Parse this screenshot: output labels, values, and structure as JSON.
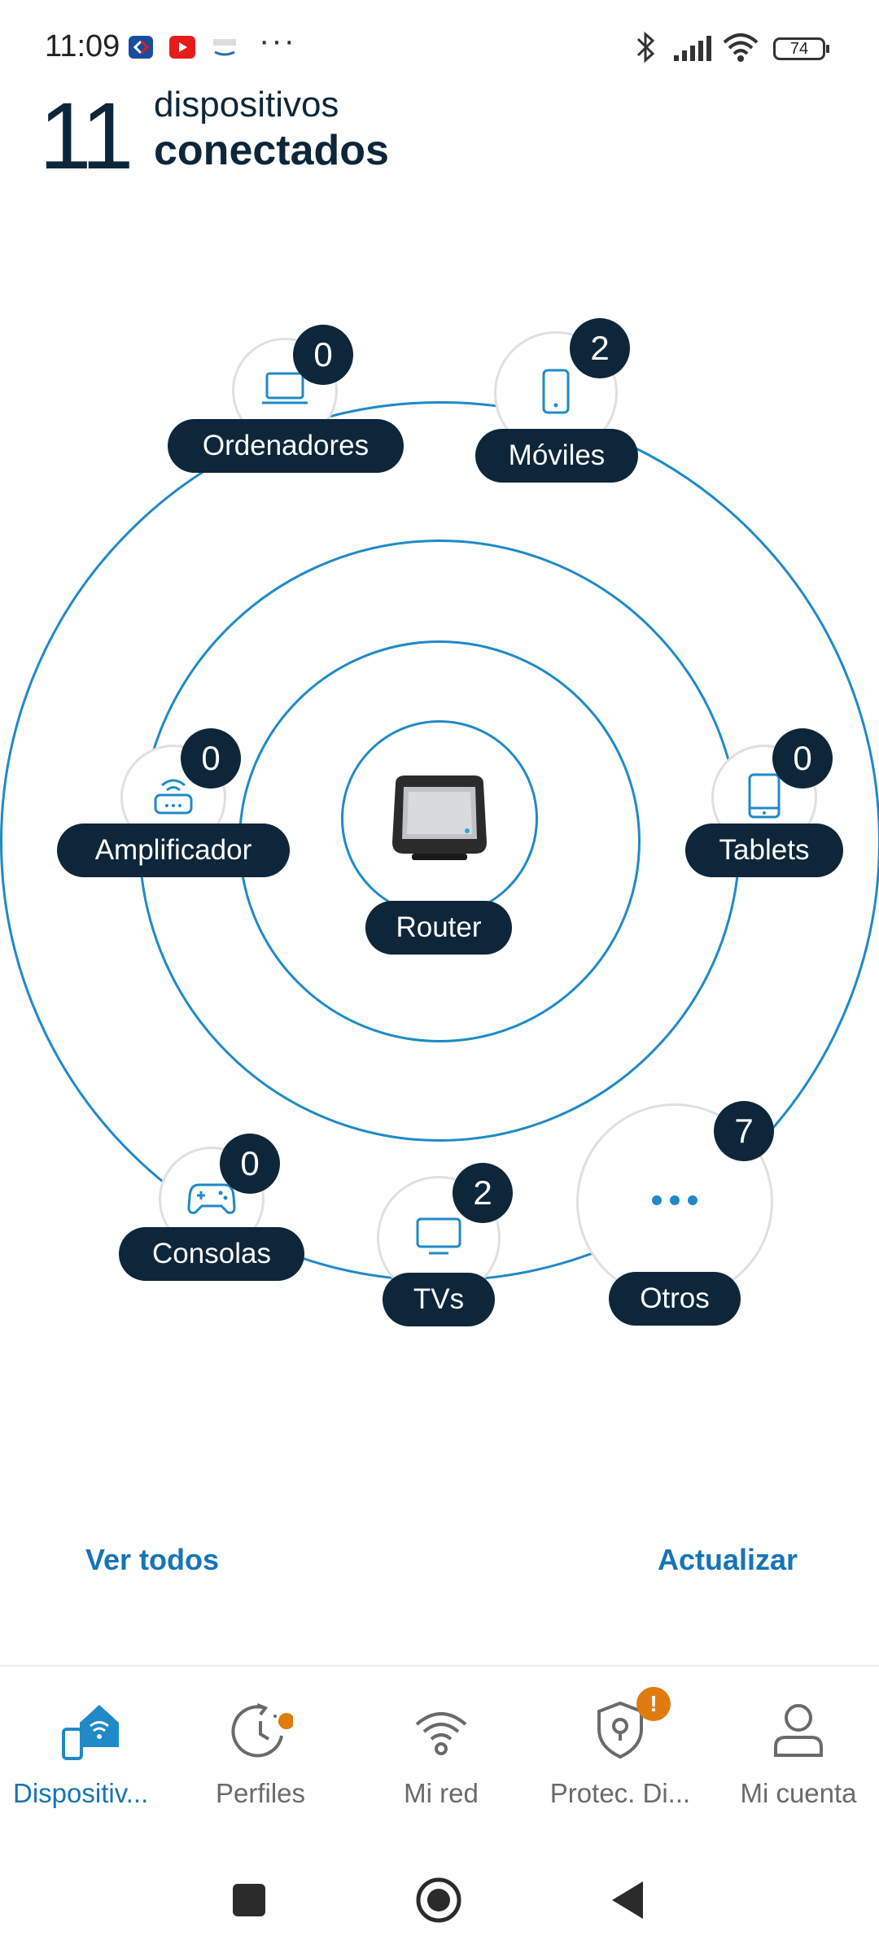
{
  "status_bar": {
    "time": "11:09",
    "more": "···",
    "battery": "74",
    "notification_icons": [
      "carrefour-icon",
      "youtube-icon",
      "amazon-icon"
    ],
    "system_icons": [
      "bluetooth-icon",
      "signal-icon",
      "wifi-icon",
      "battery-icon"
    ]
  },
  "header": {
    "count": "11",
    "line1": "dispositivos",
    "line2": "conectados"
  },
  "center": {
    "label": "Router",
    "icon": "router-icon"
  },
  "categories": {
    "ordenadores": {
      "label": "Ordenadores",
      "count": "0",
      "icon": "laptop-icon"
    },
    "moviles": {
      "label": "Móviles",
      "count": "2",
      "icon": "phone-icon"
    },
    "amplificador": {
      "label": "Amplificador",
      "count": "0",
      "icon": "extender-icon"
    },
    "tablets": {
      "label": "Tablets",
      "count": "0",
      "icon": "tablet-icon"
    },
    "consolas": {
      "label": "Consolas",
      "count": "0",
      "icon": "gamepad-icon"
    },
    "tvs": {
      "label": "TVs",
      "count": "2",
      "icon": "tv-icon"
    },
    "otros": {
      "label": "Otros",
      "count": "7",
      "icon": "more-dots-icon"
    }
  },
  "actions": {
    "ver_todos": "Ver todos",
    "actualizar": "Actualizar"
  },
  "bottom_nav": [
    {
      "label": "Dispositiv...",
      "icon": "devices-wifi-icon",
      "active": true
    },
    {
      "label": "Perfiles",
      "icon": "clock-profile-icon",
      "dot": true
    },
    {
      "label": "Mi red",
      "icon": "wifi-icon"
    },
    {
      "label": "Protec. Di...",
      "icon": "shield-lock-icon",
      "alert": "!"
    },
    {
      "label": "Mi cuenta",
      "icon": "user-icon"
    }
  ],
  "colors": {
    "accent": "#1f8ac7",
    "dark": "#0e2639",
    "link": "#1774b8",
    "alert": "#e07b10"
  }
}
